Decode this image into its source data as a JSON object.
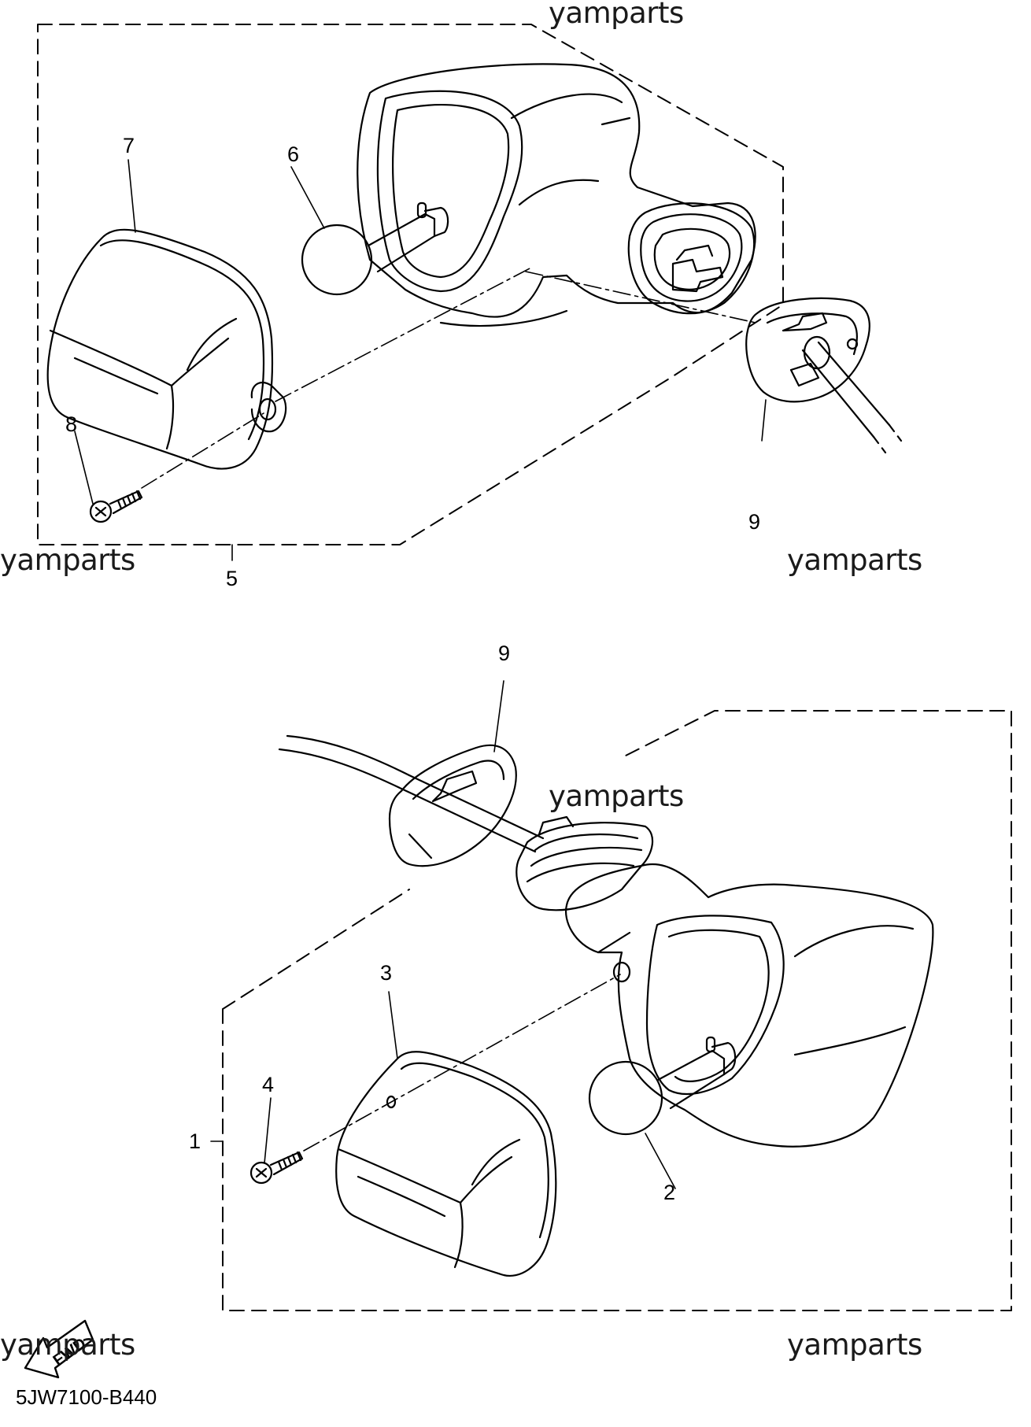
{
  "diagram": {
    "code": "5JW7100-B440",
    "watermark": "yamparts",
    "fwd_label": "FWD",
    "callouts": {
      "c1": "1",
      "c2": "2",
      "c3": "3",
      "c4": "4",
      "c5": "5",
      "c6": "6",
      "c7": "7",
      "c8": "8",
      "c9_top": "9",
      "c9_bottom": "9"
    }
  }
}
